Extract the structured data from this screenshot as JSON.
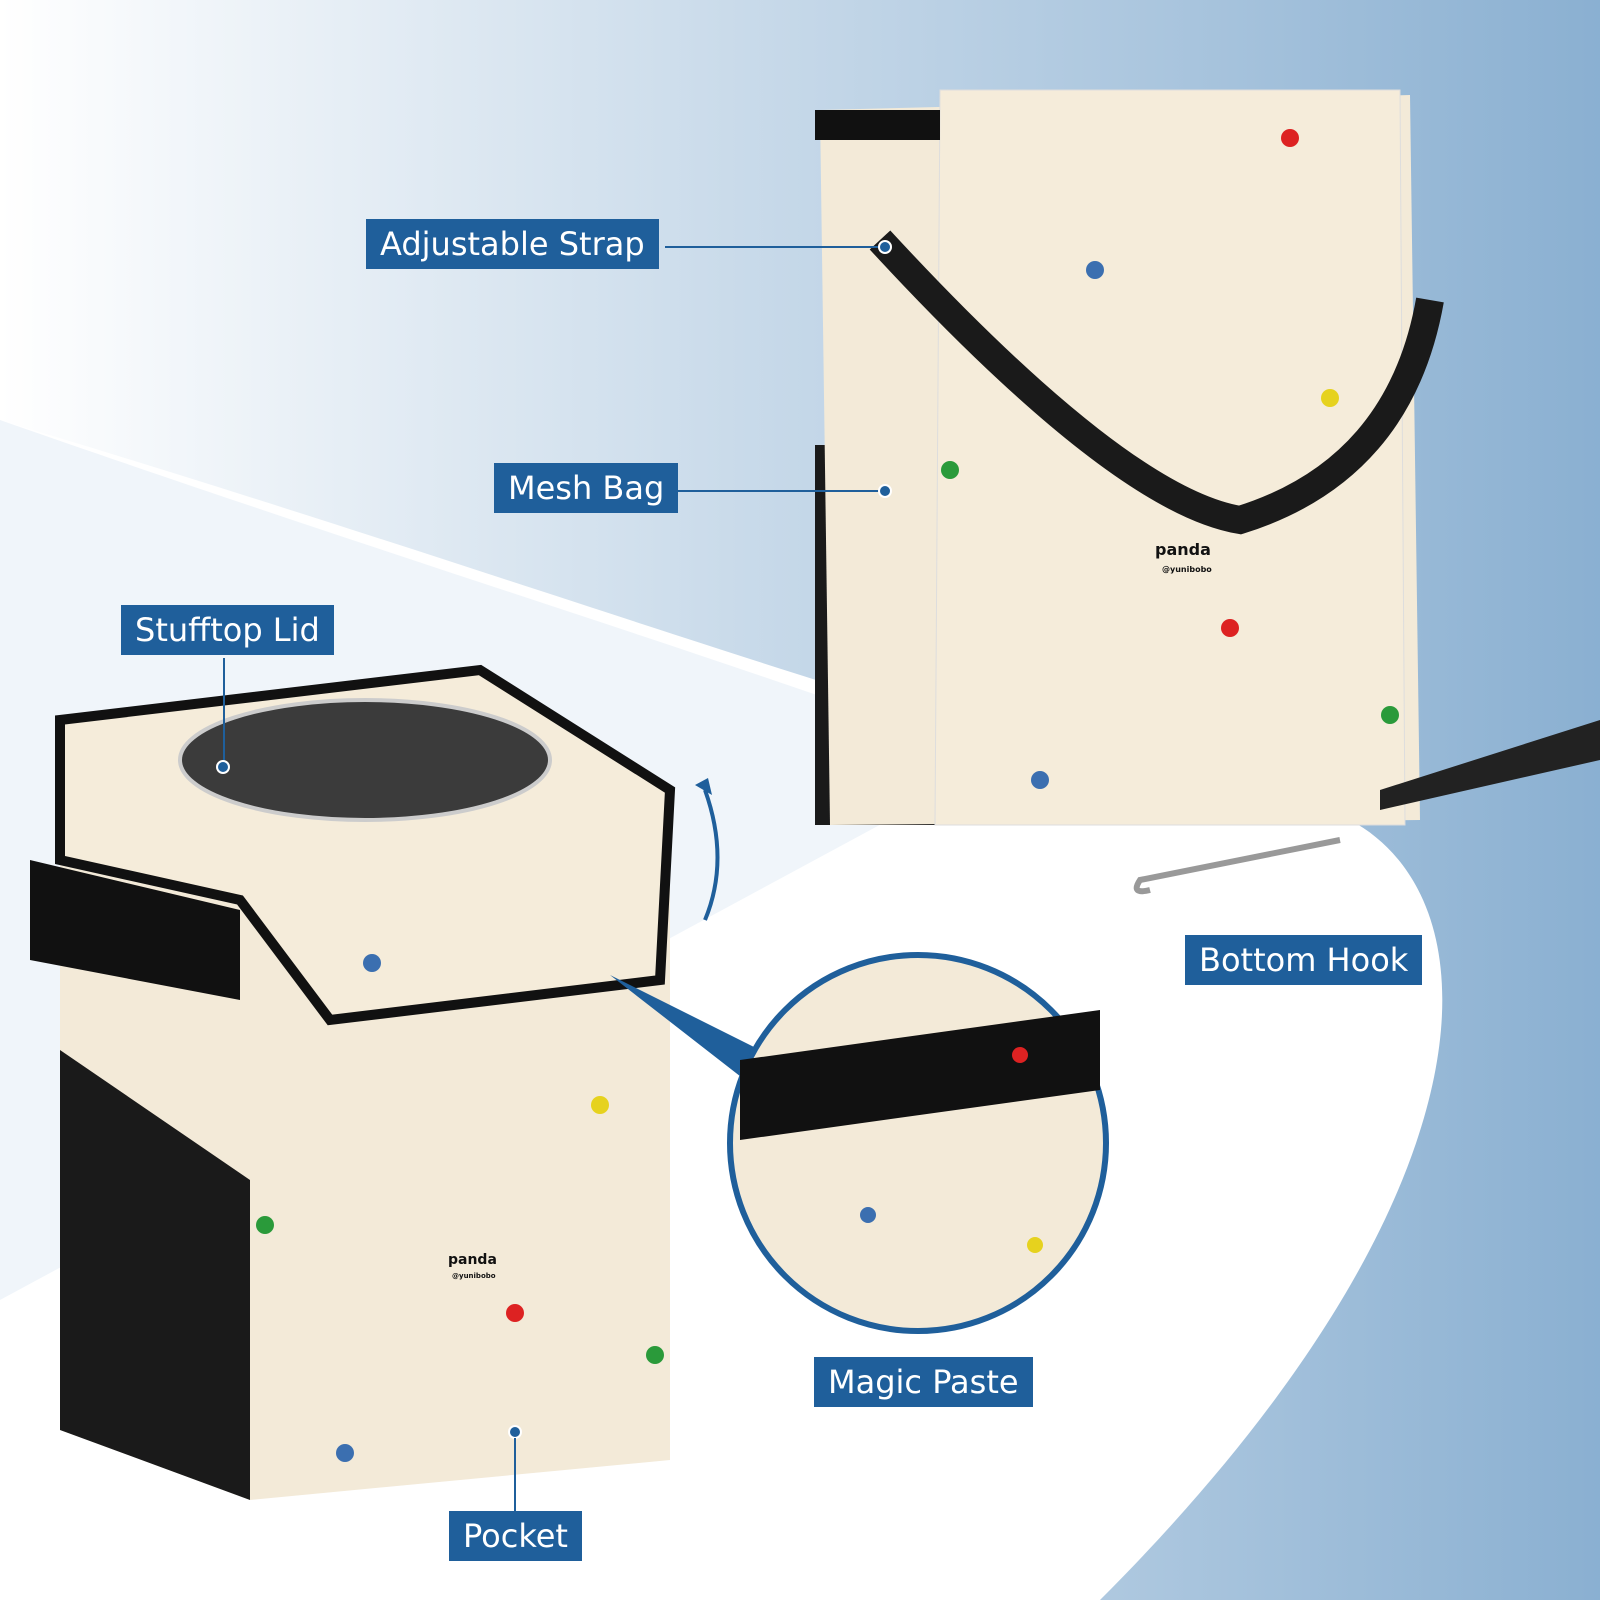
{
  "labels": {
    "adjustable_strap": "Adjustable Strap",
    "mesh_bag": "Mesh Bag",
    "stufftop_lid": "Stufftop Lid",
    "bottom_hook": "Bottom Hook",
    "magic_paste": "Magic Paste",
    "pocket": "Pocket"
  },
  "bag_print": {
    "brand": "panda",
    "handle": "@yunibobo"
  },
  "colors": {
    "label_bg": "#1f5f9b",
    "fabric": "#f3ead8",
    "trim": "#111111"
  }
}
